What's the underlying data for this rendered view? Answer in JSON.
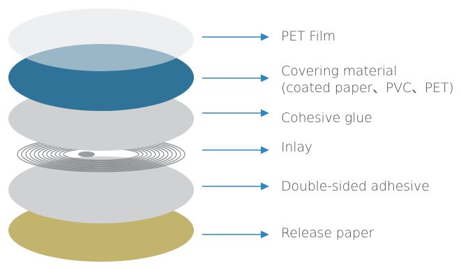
{
  "layers": [
    {
      "id": "pet-film",
      "label": "PET Film",
      "color": "#e3e5e6"
    },
    {
      "id": "covering-material",
      "label": "Covering material",
      "label_line2": "(coated paper、PVC、PET)",
      "color": "#2f7398"
    },
    {
      "id": "cohesive-glue",
      "label": "Cohesive glue",
      "color": "#cfd0d2"
    },
    {
      "id": "inlay",
      "label": "Inlay",
      "color": "#8c8e90"
    },
    {
      "id": "double-sided-adhesive",
      "label": "Double-sided adhesive",
      "color": "#d0d1d3"
    },
    {
      "id": "release-paper",
      "label": "Release paper",
      "color": "#c2b46c"
    }
  ],
  "arrow_color": "#2e86c1"
}
